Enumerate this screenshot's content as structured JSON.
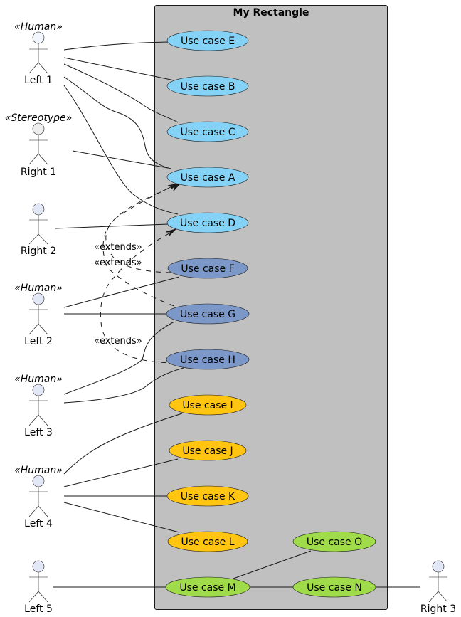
{
  "diagram": {
    "type": "use-case",
    "system_boundary": {
      "title": "My Rectangle",
      "fill": "#C0C0C0"
    },
    "actors": [
      {
        "id": "left1",
        "label": "Left 1",
        "stereotype": "«Human»",
        "head_color": "#F1F7FC"
      },
      {
        "id": "right1",
        "label": "Right 1",
        "stereotype": "«Stereotype»",
        "head_color": "#EEEEEE"
      },
      {
        "id": "right2",
        "label": "Right 2",
        "stereotype": "",
        "head_color": "#E2E8F6"
      },
      {
        "id": "left2",
        "label": "Left 2",
        "stereotype": "«Human»",
        "head_color": "#E2E8F6"
      },
      {
        "id": "left3",
        "label": "Left 3",
        "stereotype": "«Human»",
        "head_color": "#E2E8F6"
      },
      {
        "id": "left4",
        "label": "Left 4",
        "stereotype": "«Human»",
        "head_color": "#E2E8F6"
      },
      {
        "id": "left5",
        "label": "Left 5",
        "stereotype": "",
        "head_color": "#E2E8F6"
      },
      {
        "id": "right3",
        "label": "Right 3",
        "stereotype": "",
        "head_color": "#E2E8F6"
      }
    ],
    "use_cases": [
      {
        "id": "E",
        "label": "Use case E",
        "color": "#84D2F5"
      },
      {
        "id": "B",
        "label": "Use case B",
        "color": "#84D2F5"
      },
      {
        "id": "C",
        "label": "Use case C",
        "color": "#84D2F5"
      },
      {
        "id": "A",
        "label": "Use case A",
        "color": "#84D2F5"
      },
      {
        "id": "D",
        "label": "Use case D",
        "color": "#84D2F5"
      },
      {
        "id": "F",
        "label": "Use case F",
        "color": "#7B98C9"
      },
      {
        "id": "G",
        "label": "Use case G",
        "color": "#7B98C9"
      },
      {
        "id": "H",
        "label": "Use case H",
        "color": "#7B98C9"
      },
      {
        "id": "I",
        "label": "Use case I",
        "color": "#FFC511"
      },
      {
        "id": "J",
        "label": "Use case J",
        "color": "#FFC511"
      },
      {
        "id": "K",
        "label": "Use case K",
        "color": "#FFC511"
      },
      {
        "id": "L",
        "label": "Use case L",
        "color": "#FFC511"
      },
      {
        "id": "O",
        "label": "Use case O",
        "color": "#A0DB4A"
      },
      {
        "id": "M",
        "label": "Use case M",
        "color": "#A0DB4A"
      },
      {
        "id": "N",
        "label": "Use case N",
        "color": "#A0DB4A"
      }
    ],
    "associations": [
      {
        "from": "left1",
        "to": "E"
      },
      {
        "from": "left1",
        "to": "B"
      },
      {
        "from": "left1",
        "to": "C"
      },
      {
        "from": "left1",
        "to": "A"
      },
      {
        "from": "left1",
        "to": "D"
      },
      {
        "from": "right1",
        "to": "A"
      },
      {
        "from": "right2",
        "to": "D"
      },
      {
        "from": "left2",
        "to": "F"
      },
      {
        "from": "left2",
        "to": "G"
      },
      {
        "from": "left3",
        "to": "G"
      },
      {
        "from": "left3",
        "to": "H"
      },
      {
        "from": "left4",
        "to": "I"
      },
      {
        "from": "left4",
        "to": "J"
      },
      {
        "from": "left4",
        "to": "K"
      },
      {
        "from": "left4",
        "to": "L"
      },
      {
        "from": "left5",
        "to": "M"
      },
      {
        "from": "M",
        "to": "O"
      },
      {
        "from": "M",
        "to": "N"
      },
      {
        "from": "N",
        "to": "right3"
      }
    ],
    "extends": [
      {
        "from": "F",
        "to": "A",
        "label": "«extends»"
      },
      {
        "from": "G",
        "to": "A",
        "label": "«extends»"
      },
      {
        "from": "H",
        "to": "D",
        "label": "«extends»"
      }
    ]
  }
}
